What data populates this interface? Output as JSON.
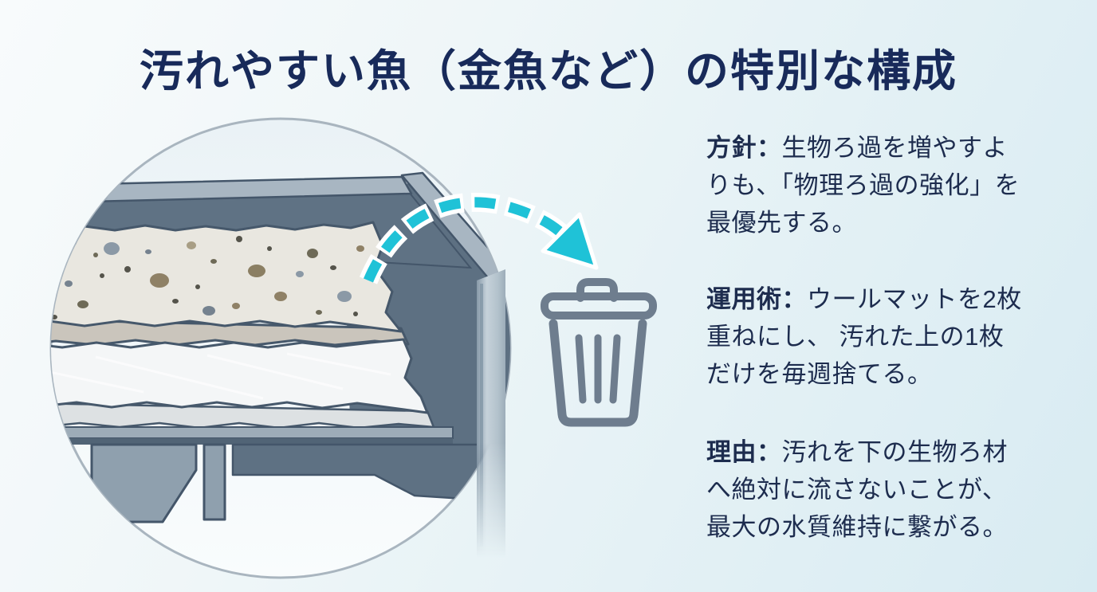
{
  "title": "汚れやすい魚（金魚など）の特別な構成",
  "notes": [
    {
      "id": "policy",
      "label": "方針：",
      "lines": [
        "生物ろ過を増やすよ",
        "りも、「物理ろ過の強化」を",
        "最優先する。"
      ]
    },
    {
      "id": "operation",
      "label": "運用術：",
      "lines": [
        "ウールマットを2枚",
        "重ねにし、 汚れた上の1枚",
        "だけを毎週捨てる。"
      ]
    },
    {
      "id": "reason",
      "label": "理由：",
      "lines": [
        "汚れを下の生物ろ材",
        "へ絶対に流さないことが、",
        "最大の水質維持に繋がる。"
      ]
    }
  ],
  "icons": {
    "trash": "trash-icon",
    "discard_arrow": "discard-arrow-icon"
  },
  "colors": {
    "accent_cyan": "#1fc2d7",
    "icon_gray": "#6e7d8e",
    "title_navy": "#182a5a",
    "body_navy": "#1d2c4e",
    "frame_gray": "#5d7082",
    "frame_light": "#a8b6c2",
    "background_top_left": "#f8fbfc",
    "background_bottom_right": "#d8ebf2"
  }
}
